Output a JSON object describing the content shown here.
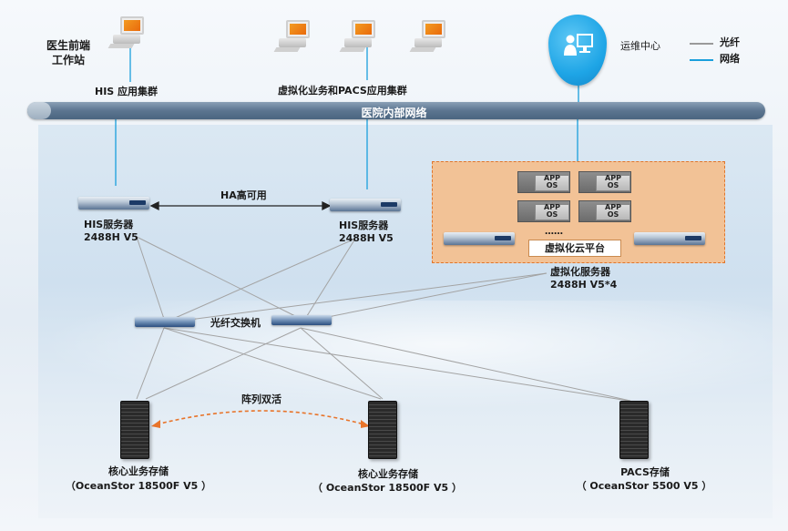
{
  "labels": {
    "doctor_workstation_1": "医生前端",
    "doctor_workstation_2": "工作站",
    "his_cluster": "HIS 应用集群",
    "virt_pacs_cluster": "虚拟化业务和PACS应用集群",
    "ops_center": "运维中心",
    "legend_fiber": "光纤",
    "legend_network": "网络",
    "hospital_network": "医院内部网络",
    "ha": "HA高可用",
    "his_server_left_name": "HIS服务器",
    "his_server_left_model": "2488H V5",
    "his_server_right_name": "HIS服务器",
    "his_server_right_model": "2488H V5",
    "app": "APP",
    "os": "OS",
    "ellipsis": "……",
    "cloud_platform": "虚拟化云平台",
    "virt_server_name": "虚拟化服务器",
    "virt_server_model": "2488H V5*4",
    "fiber_switch": "光纤交换机",
    "active_active": "阵列双活",
    "core_storage_left_name": "核心业务存储",
    "core_storage_left_model": "（OceanStor 18500F V5 ）",
    "core_storage_right_name": "核心业务存储",
    "core_storage_right_model": "（ OceanStor 18500F V5 ）",
    "pacs_storage_name": "PACS存储",
    "pacs_storage_model": "（ OceanStor 5500 V5 ）"
  },
  "colors": {
    "fiber_line": "#9a9a9a",
    "network_line": "#1a9fdc",
    "bus": "#5c7590",
    "virtual_zone_fill": "#f2c296",
    "virtual_zone_border": "#e0752b",
    "active_active_arrow": "#e8742a",
    "ops_center": "#1ea5e6"
  },
  "icons": {
    "workstation": "desktop-pc-icon",
    "ops_center": "admin-monitor-icon",
    "server": "rack-server-icon",
    "switch": "network-switch-icon",
    "storage": "storage-cabinet-icon"
  }
}
